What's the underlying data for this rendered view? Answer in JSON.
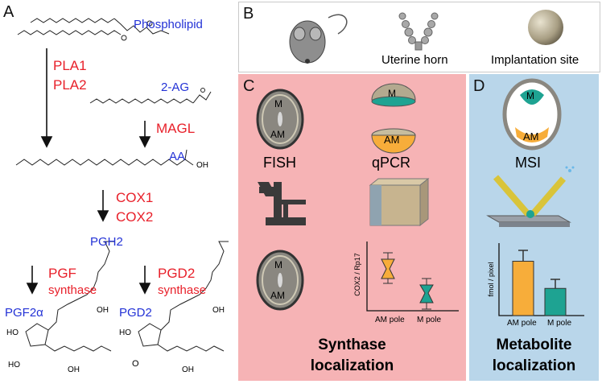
{
  "panels": {
    "A": "A",
    "B": "B",
    "C": "C",
    "D": "D"
  },
  "pathway": {
    "phospholipid": "Phospholipid",
    "pla1": "PLA1",
    "pla2": "PLA2",
    "two_ag": "2-AG",
    "magl": "MAGL",
    "aa": "AA",
    "cox1": "COX1",
    "cox2": "COX2",
    "pgh2": "PGH2",
    "pgf": "PGF",
    "pgf_synthase": "synthase",
    "pgd2_enzyme": "PGD2",
    "pgd2_synthase": "synthase",
    "pgf2a": "PGF2α",
    "pgd2": "PGD2",
    "oh": "OH",
    "ho": "HO",
    "o": "O"
  },
  "panel_b": {
    "uterine_horn": "Uterine horn",
    "implantation_site": "Implantation site"
  },
  "panel_c": {
    "m": "M",
    "am": "AM",
    "fish": "FISH",
    "qpcr": "qPCR",
    "ylabel": "COX2 / Rp17",
    "x_am": "AM pole",
    "x_m": "M pole",
    "title_line1": "Synthase",
    "title_line2": "localization"
  },
  "panel_d": {
    "m": "M",
    "am": "AM",
    "msi": "MSI",
    "ylabel": "fmol / pixel",
    "x_am": "AM pole",
    "x_m": "M pole",
    "title_line1": "Metabolite",
    "title_line2": "localization"
  },
  "colors": {
    "panel_c_bg": "#f6b3b5",
    "panel_d_bg": "#b9d6ea",
    "orange": "#f7ad3a",
    "teal": "#1ea392",
    "red": "#e8202a",
    "blue": "#2332d6"
  },
  "chart_data": [
    {
      "type": "box",
      "categories": [
        "AM pole",
        "M pole"
      ],
      "ylabel": "COX2 / Rp17",
      "xlabel": ""
    },
    {
      "type": "bar",
      "categories": [
        "AM pole",
        "M pole"
      ],
      "values": [
        0.6,
        0.3
      ],
      "errors": [
        0.12,
        0.1
      ],
      "ylabel": "fmol / pixel",
      "xlabel": ""
    }
  ]
}
